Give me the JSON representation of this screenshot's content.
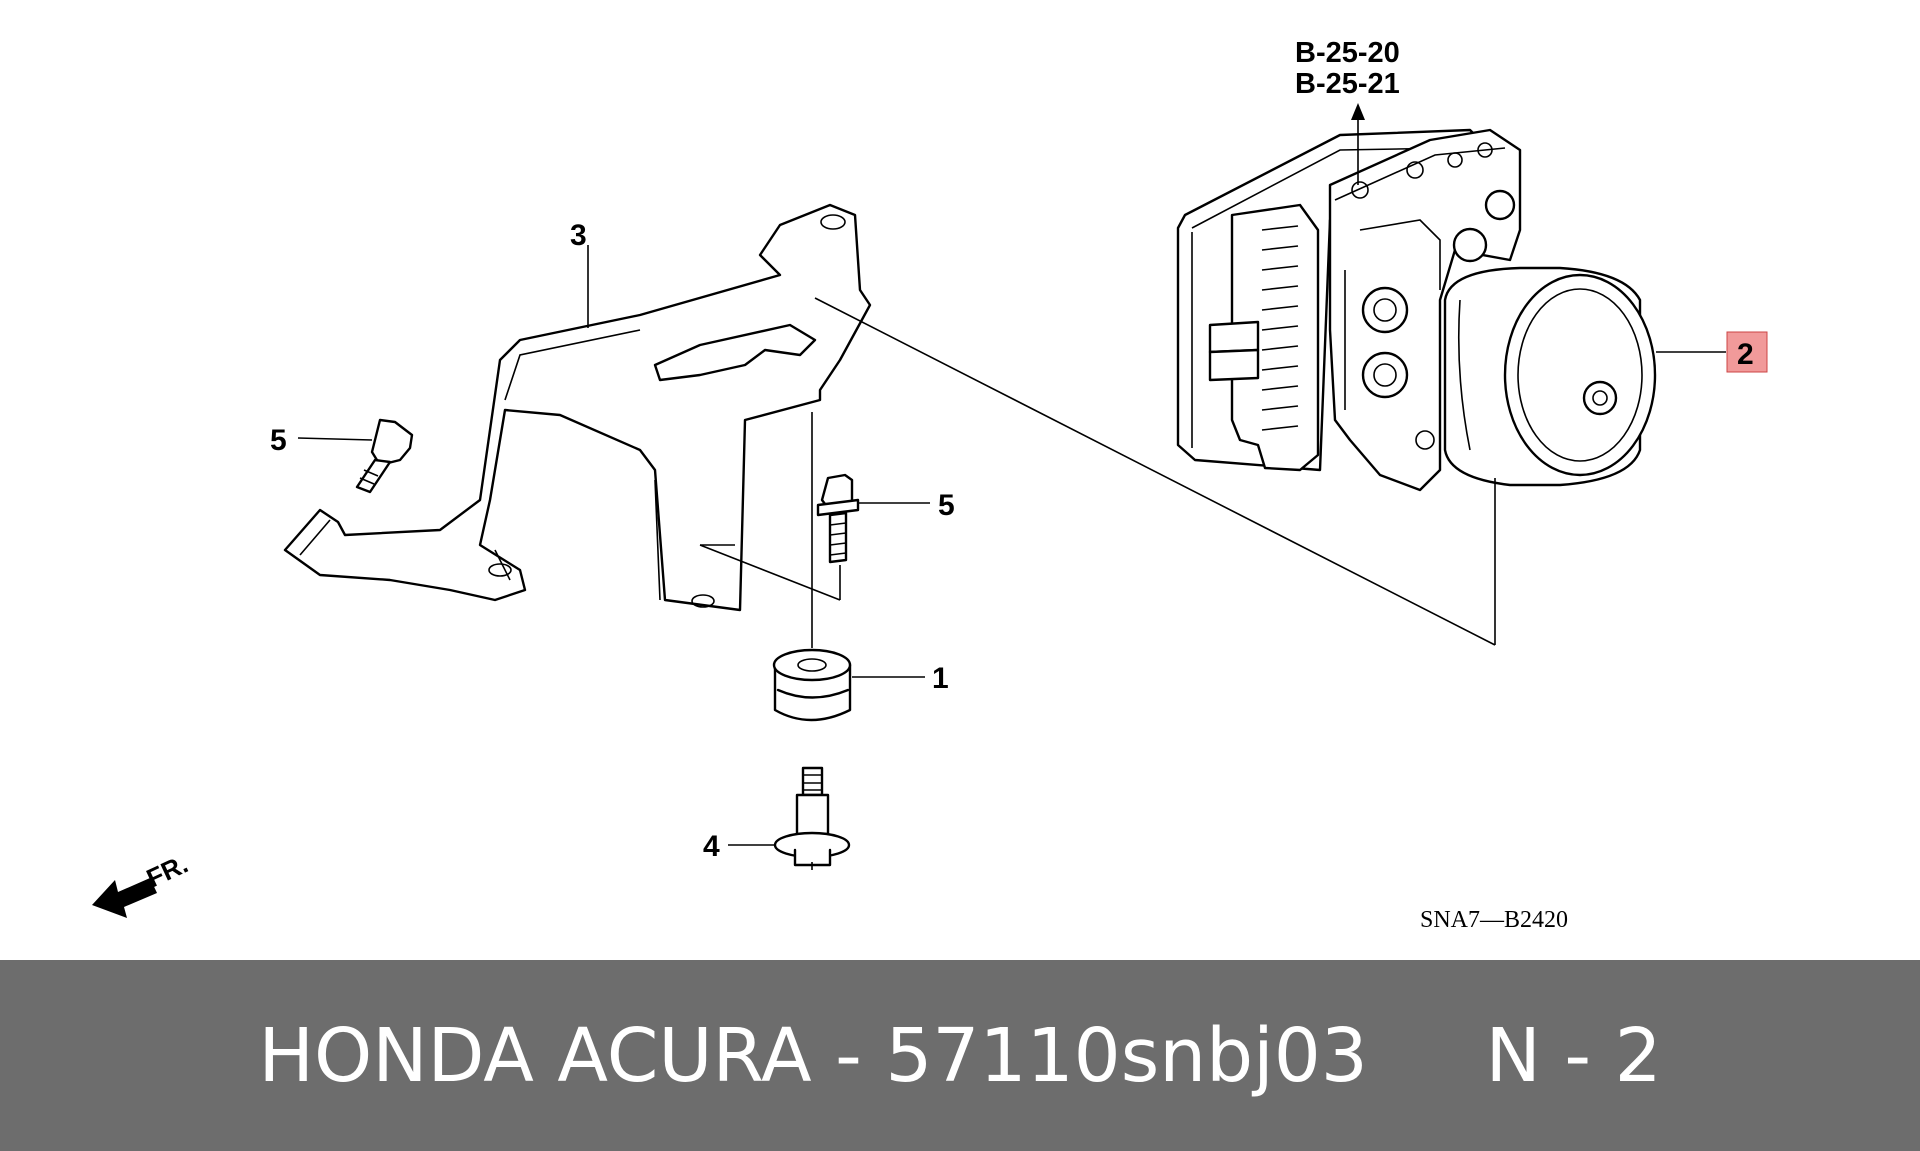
{
  "diagram": {
    "reference_codes": [
      "B-25-20",
      "B-25-21"
    ],
    "callouts": {
      "bracket": "3",
      "modulator": "2",
      "bolt_left": "5",
      "bolt_right": "5",
      "grommet": "1",
      "collar_bolt": "4"
    },
    "front_indicator": "FR.",
    "diagram_code": "SNA7—B2420",
    "highlight_color": "#f19a9a"
  },
  "caption": {
    "text": "HONDA ACURA - 57110snbj03     N - 2"
  }
}
